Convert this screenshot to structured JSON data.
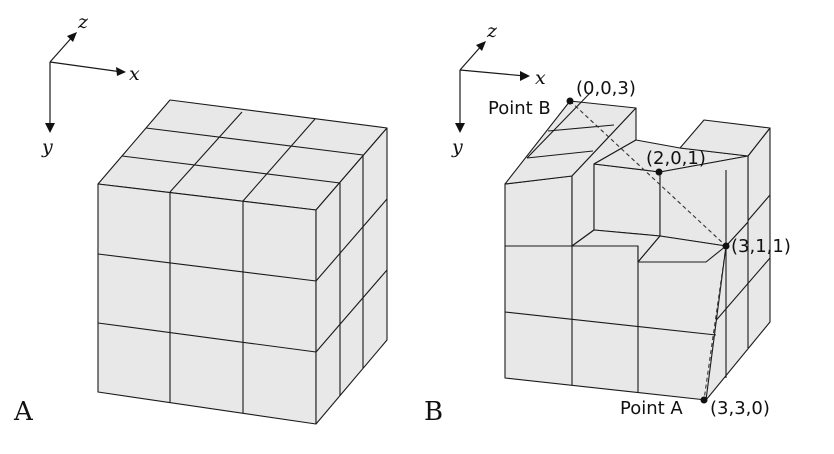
{
  "panels": [
    {
      "id": "A",
      "label": "A"
    },
    {
      "id": "B",
      "label": "B"
    }
  ],
  "axes": {
    "x": "x",
    "y": "y",
    "z": "z"
  },
  "points": [
    {
      "id": "point-b",
      "name": "Point B",
      "coords": "(0,0,3)"
    },
    {
      "id": "mid",
      "name": "",
      "coords": "(2,0,1)"
    },
    {
      "id": "corner",
      "name": "",
      "coords": "(3,1,1)"
    },
    {
      "id": "point-a",
      "name": "Point A",
      "coords": "(3,3,0)"
    }
  ],
  "colors": {
    "face": "#e8e8e8",
    "edge": "#1a1a1a"
  }
}
